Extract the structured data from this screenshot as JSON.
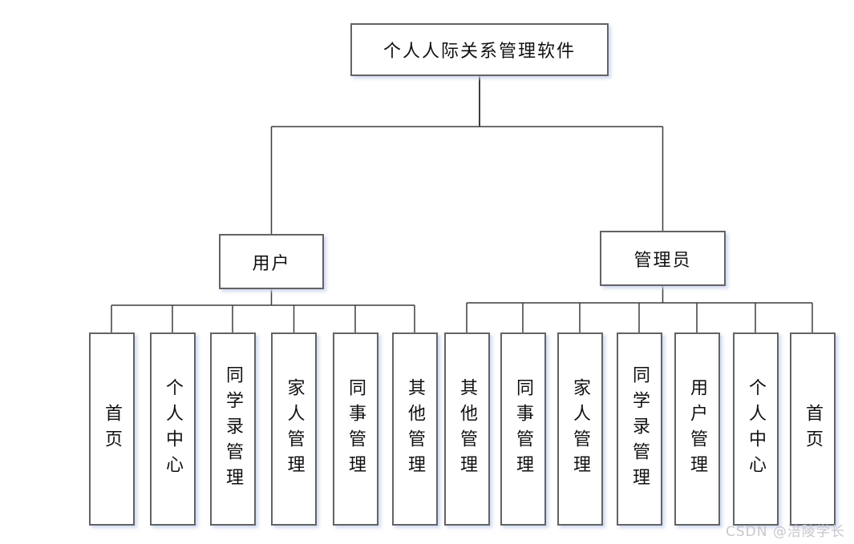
{
  "diagram": {
    "root_label": "个人人际关系管理软件",
    "branches": [
      {
        "label": "用户",
        "children": [
          "首页",
          "个人中心",
          "同学录管理",
          "家人管理",
          "同事管理",
          "其他管理"
        ]
      },
      {
        "label": "管理员",
        "children": [
          "其他管理",
          "同事管理",
          "家人管理",
          "同学录管理",
          "用户管理",
          "个人中心",
          "首页"
        ]
      }
    ]
  },
  "watermark": "CSDN @涪陵学长",
  "colors": {
    "background": "#ffffff",
    "box_border": "#636363",
    "line": "#3d3d3d",
    "text": "#111111",
    "box_shadow": "#c9d3ee",
    "watermark": "#c7c7cd"
  }
}
